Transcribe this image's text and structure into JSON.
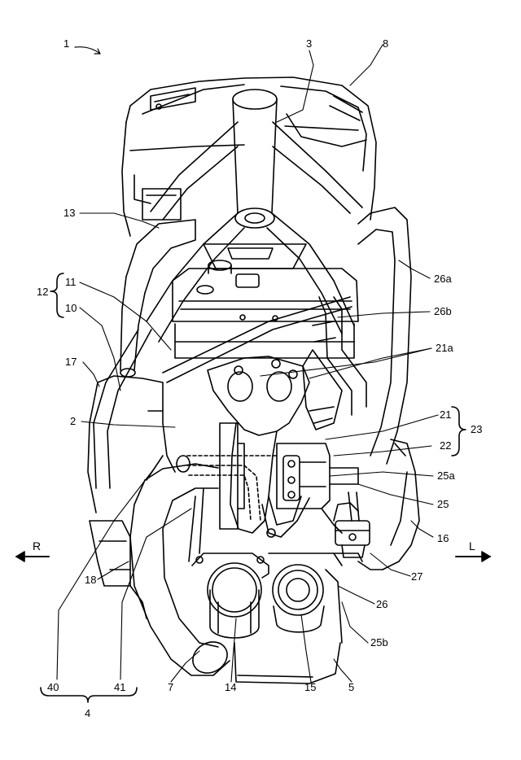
{
  "labels": {
    "l1": "1",
    "l3": "3",
    "l8": "8",
    "l13": "13",
    "l11": "11",
    "l12": "12",
    "l10": "10",
    "l17": "17",
    "l2": "2",
    "l26a": "26a",
    "l26b": "26b",
    "l21a": "21a",
    "l21": "21",
    "l23": "23",
    "l22": "22",
    "l25a": "25a",
    "l25": "25",
    "l16": "16",
    "l27": "27",
    "l26": "26",
    "l25b": "25b",
    "l18": "18",
    "l40": "40",
    "l41": "41",
    "l7": "7",
    "l14": "14",
    "l15": "15",
    "l5": "5",
    "l4": "4"
  },
  "directions": {
    "right": "R",
    "left": "L"
  },
  "colors": {
    "ink": "#000000",
    "paper": "#ffffff"
  }
}
